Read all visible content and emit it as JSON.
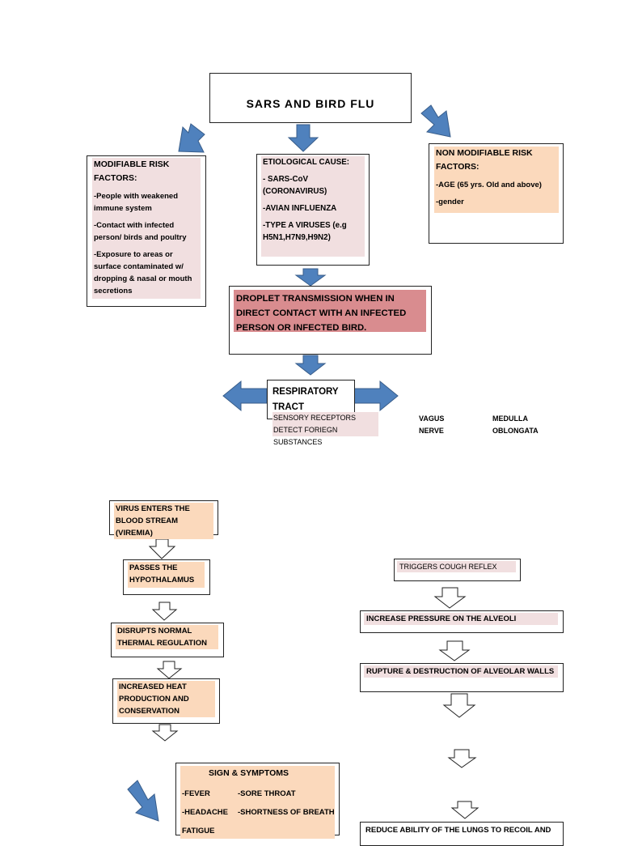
{
  "title": "SARS AND BIRD FLU",
  "modifiable": {
    "heading": "MODIFIABLE RISK FACTORS:",
    "items": [
      "-People with weakened immune system",
      "-Contact with infected person/ birds and poultry",
      "-Exposure to areas or surface contaminated w/ dropping & nasal or mouth secretions"
    ]
  },
  "etiological": {
    "heading": "ETIOLOGICAL CAUSE:",
    "items": [
      "- SARS-CoV (CORONAVIRUS)",
      "-AVIAN INFLUENZA",
      "-TYPE A VIRUSES (e.g H5N1,H7N9,H9N2)"
    ]
  },
  "non_modifiable": {
    "heading": "NON MODIFIABLE RISK FACTORS:",
    "items": [
      "-AGE (65 yrs. Old and above)",
      "-gender"
    ]
  },
  "droplet": "DROPLET TRANSMISSION WHEN IN DIRECT CONTACT WITH AN INFECTED PERSON OR INFECTED BIRD.",
  "respiratory": "RESPIRATORY TRACT",
  "sensory": "SENSORY RECEPTORS DETECT FORIEGN SUBSTANCES",
  "vagus": "VAGUS NERVE",
  "medulla": "MEDULLA OBLONGATA",
  "left_flow": [
    "VIRUS ENTERS THE BLOOD STREAM (VIREMIA)",
    "PASSES THE HYPOTHALAMUS",
    "DISRUPTS NORMAL THERMAL REGULATION",
    "INCREASED HEAT PRODUCTION AND CONSERVATION"
  ],
  "signs": {
    "heading": "SIGN & SYMPTOMS",
    "col1": [
      "-FEVER",
      "-HEADACHE",
      "FATIGUE"
    ],
    "col2": [
      "-SORE THROAT",
      "-SHORTNESS OF BREATH"
    ]
  },
  "right_flow": [
    "TRIGGERS COUGH REFLEX",
    "INCREASE PRESSURE ON THE ALVEOLI",
    "RUPTURE & DESTRUCTION OF ALVEOLAR WALLS",
    "REDUCE ABILITY OF THE LUNGS TO RECOIL AND"
  ],
  "colors": {
    "arrow_fill": "#4f81bd",
    "arrow_stroke": "#385d8a",
    "pink": "#f1dfe0",
    "peach": "#fbd9bc",
    "rose": "#d98c8f"
  }
}
